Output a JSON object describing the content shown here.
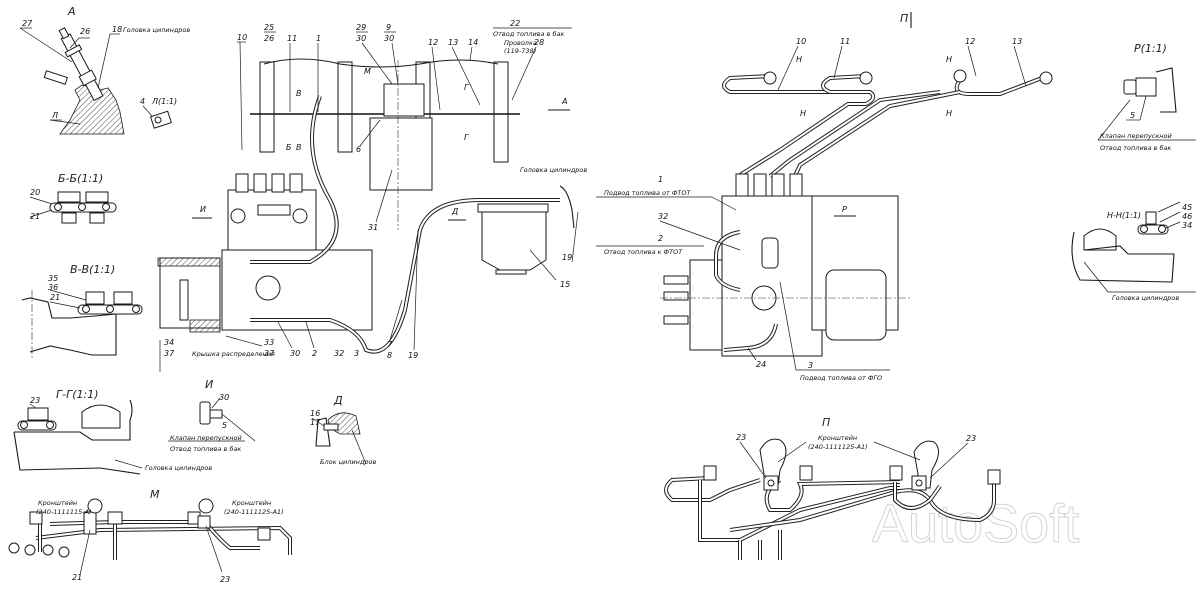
{
  "drawing": {
    "watermark": "AutoSoft",
    "views": {
      "view_a": {
        "title": "А",
        "callouts": [
          "27",
          "26",
          "18",
          "Л"
        ],
        "note": "Головка цилиндров"
      },
      "view_l": {
        "title": "Л(1:1)",
        "callouts": [
          "4"
        ]
      },
      "section_bb": {
        "title": "Б-Б(1:1)",
        "callouts": [
          "20",
          "21"
        ]
      },
      "section_vv": {
        "title": "В-В(1:1)",
        "callouts": [
          "35",
          "36",
          "21"
        ]
      },
      "section_gg": {
        "title": "Г-Г(1:1)",
        "callouts": [
          "23"
        ],
        "note": "Головка цилиндров"
      },
      "view_i": {
        "title": "И",
        "callouts": [
          "30",
          "5"
        ],
        "note_1": "Клапан перепускной",
        "note_2": "Отвод топлива в бак"
      },
      "view_d": {
        "title": "Д",
        "callouts": [
          "16",
          "17"
        ],
        "note": "Блок цилиндров"
      },
      "view_m": {
        "title": "М",
        "callouts": [
          "21",
          "23"
        ],
        "bracket_1_label": "Кронштейн",
        "bracket_1_part": "(240-1111115-А)",
        "bracket_2_label": "Кронштейн",
        "bracket_2_part": "(240-1111125-А1)"
      },
      "main_view": {
        "callouts_top": [
          "10",
          "25",
          "26",
          "11",
          "1",
          "29",
          "30",
          "9",
          "30",
          "12",
          "13",
          "14",
          "22",
          "28"
        ],
        "callouts_bottom": [
          "34",
          "37",
          "33",
          "37",
          "30",
          "2",
          "32",
          "3",
          "7",
          "8",
          "19"
        ],
        "callouts_other": [
          "6",
          "31",
          "15",
          "19"
        ],
        "section_marks": [
          "В",
          "Б",
          "В",
          "Г",
          "Г",
          "М",
          "А",
          "И",
          "Д"
        ],
        "note_drain": "Отвод топлива в бак",
        "note_wire": "Проволка",
        "note_wire_part": "(119-738)",
        "note_head": "Головка цилиндров",
        "note_cover": "Крышка распределения"
      },
      "view_p_top": {
        "title": "П",
        "callouts": [
          "10",
          "11",
          "12",
          "13",
          "1",
          "2",
          "3",
          "24",
          "32"
        ],
        "section_marks": [
          "Н",
          "Н",
          "Н",
          "Н",
          "Р"
        ],
        "note_1": "Подвод топлива от ФТОТ",
        "note_2": "Отвод топлива к ФТОТ",
        "note_3": "Подвод топлива от ФГО"
      },
      "view_r": {
        "title": "Р(1:1)",
        "callouts": [
          "5"
        ],
        "note_1": "Клапан перепускной",
        "note_2": "Отвод топлива в бак"
      },
      "section_nn": {
        "title": "Н-Н(1:1)",
        "callouts": [
          "45",
          "46",
          "34"
        ],
        "note": "Головка цилиндров"
      },
      "view_p_bottom": {
        "title": "П",
        "callouts": [
          "23",
          "23"
        ],
        "bracket_label": "Кронштейн",
        "bracket_part": "(240-1111125-А1)"
      }
    }
  }
}
